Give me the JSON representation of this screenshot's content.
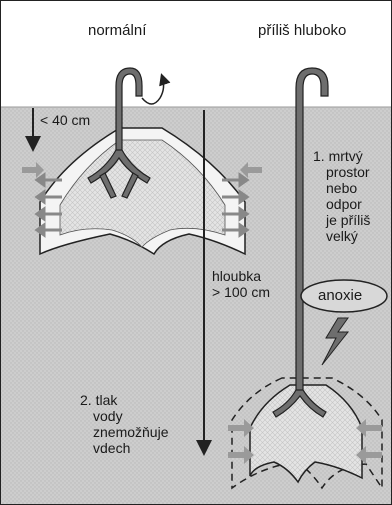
{
  "headers": {
    "normal": "normální",
    "too_deep": "příliš hluboko"
  },
  "depth_shallow": "< 40 cm",
  "depth_deep": [
    "hloubka",
    "> 100 cm"
  ],
  "note_1": [
    "1. mrtvý",
    "prostor",
    "nebo",
    "odpor",
    "je příliš",
    "velký"
  ],
  "note_2": [
    "2. tlak",
    "vody",
    "znemožňuje",
    "vdech"
  ],
  "anoxia_label": "anoxie",
  "colors": {
    "water": "#c9c9c9",
    "air": "#ffffff",
    "tube": "#6e6e6e",
    "lung_fill": "#dcdcdc",
    "outline": "#222222",
    "pressure_arrow": "#8f8f8f",
    "ellipse": "#d8d8d8"
  }
}
